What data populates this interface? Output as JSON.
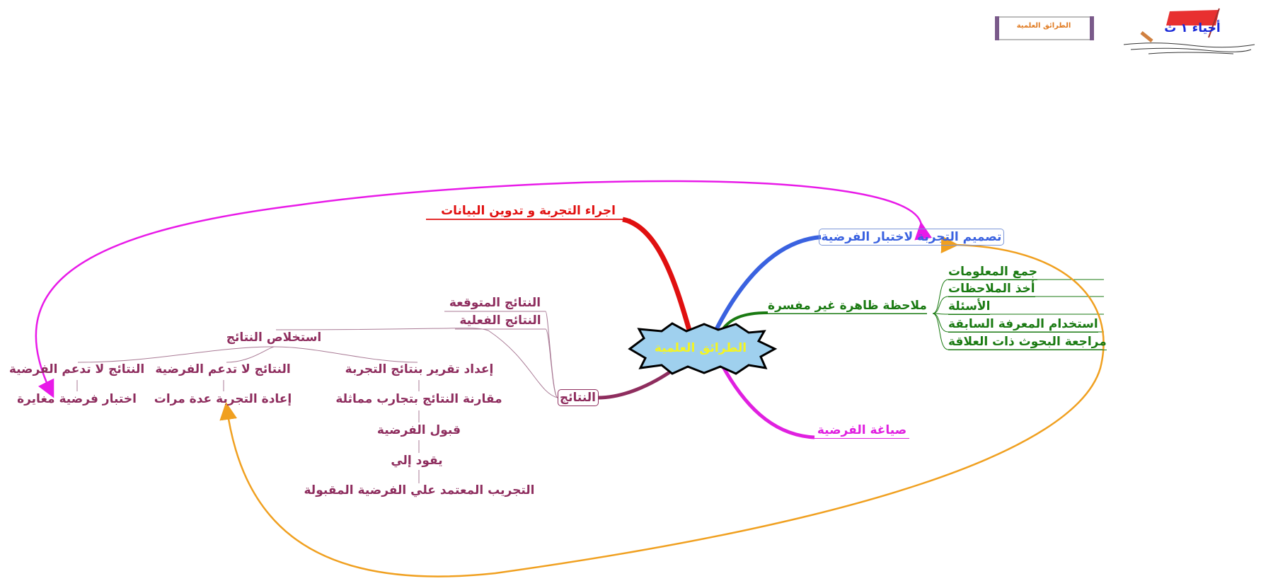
{
  "header": {
    "banner_title": "الطرائق العلمية",
    "logo_text": "أحياء ١ ث"
  },
  "center": {
    "label": "الطرائق العلمية"
  },
  "branches": {
    "experiment": {
      "label": "اجراء التجربة و تدوين البيانات",
      "color": "#e01010"
    },
    "design": {
      "label": "تصميم التجربة لاختبار الفرضية",
      "color": "#3a62e0"
    },
    "observation": {
      "label": "ملاحظة ظاهرة غير مفسرة",
      "color": "#1a7a12",
      "children": [
        "جمع المعلومات",
        "أخذ الملاحظات",
        "الأسئلة",
        "استخدام المعرفة السابقة",
        "مراجعة البحوث ذات العلاقة"
      ]
    },
    "hypothesis": {
      "label": "صياغة الفرضية",
      "color": "#e020e0"
    },
    "results": {
      "label": "النتائج",
      "color": "#8e2d5e",
      "expected": "النتائج المتوقعة",
      "actual": "النتائج الفعلية",
      "conclusion": "استخلاص النتائج",
      "report": "إعداد تقرير بنتائج التجربة",
      "compare": "مقارنة النتائج بتجارب مماثلة",
      "accept": "قبول الفرضية",
      "leads_to": "يقود إلي",
      "testing": "التجريب المعتمد علي الفرضية المقبولة",
      "not_support_1": "النتائج لا تدعم الفرضية",
      "repeat": "إعادة التجربة عدة مرات",
      "not_support_2": "النتائج لا تدعم الفرضية",
      "alt_hypothesis": "اختبار فرضية مغايرة"
    }
  },
  "connector_colors": {
    "magenta": "#e81ae8",
    "orange": "#f0a020"
  }
}
